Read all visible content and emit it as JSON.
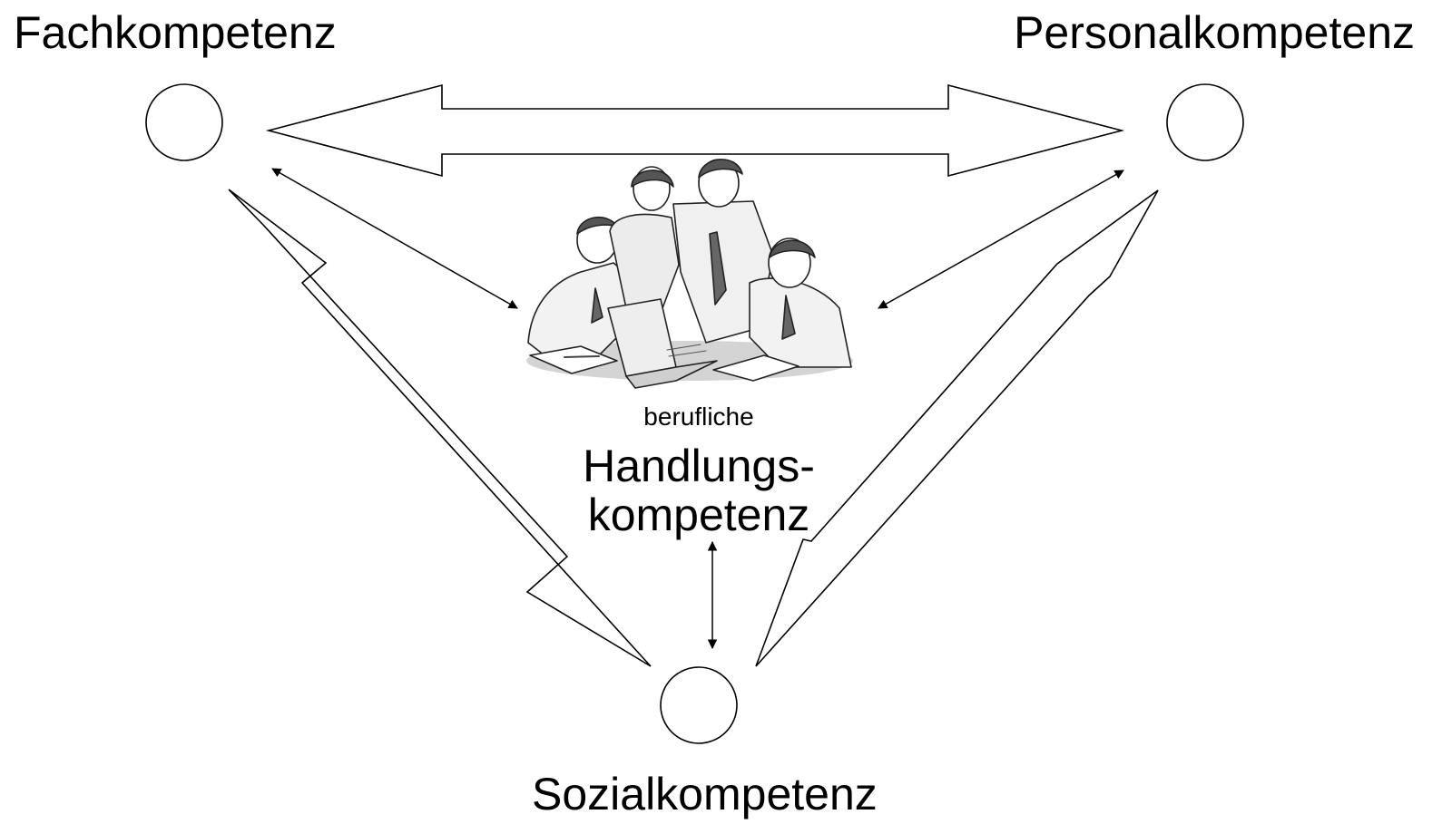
{
  "nodes": {
    "top_left": "Fachkompetenz",
    "top_right": "Personalkompetenz",
    "bottom": "Sozialkompetenz"
  },
  "center": {
    "small_label": "berufliche",
    "line1": "Handlungs-",
    "line2": "kompetenz",
    "illustration": "team-meeting-clipart"
  }
}
